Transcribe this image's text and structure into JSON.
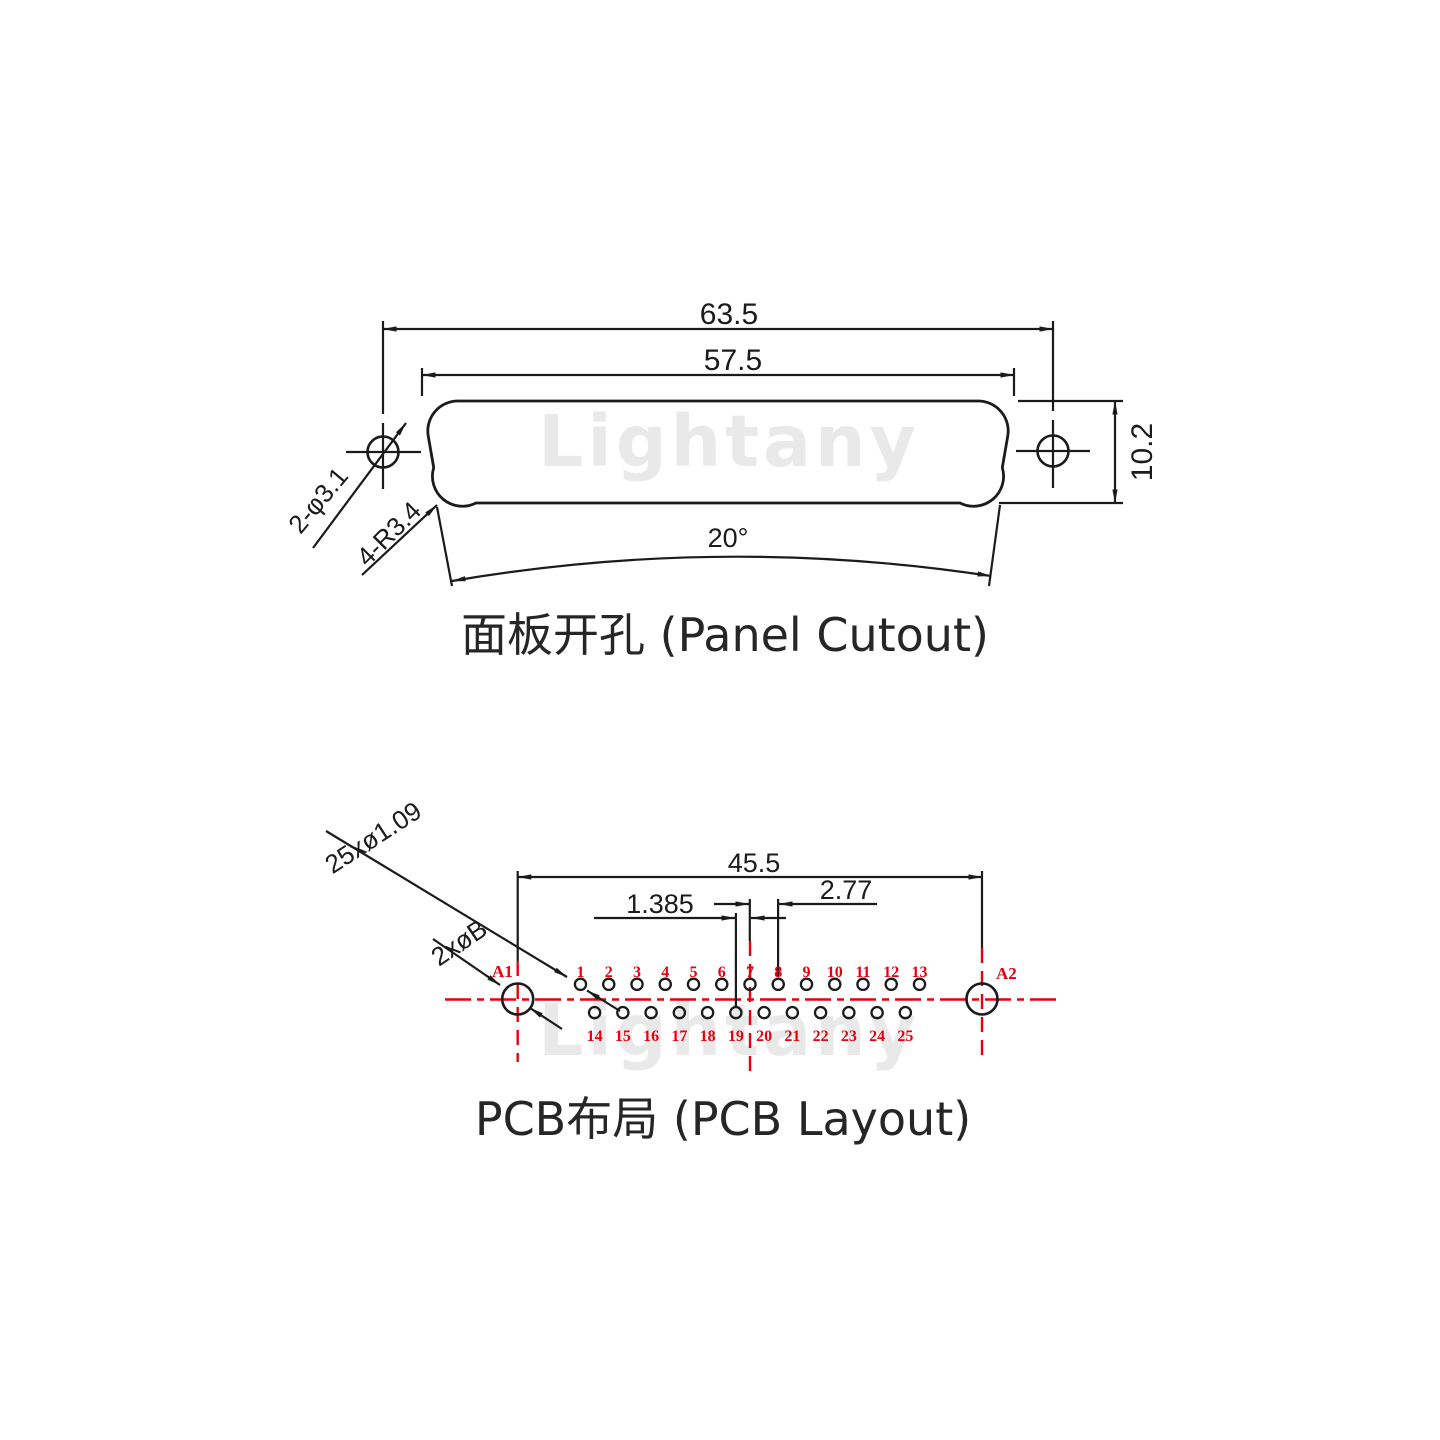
{
  "watermark": {
    "text": "Lightany",
    "color": "#e9e9e9"
  },
  "colors": {
    "line": "#1b1b1b",
    "accent_red": "#e8000f"
  },
  "panel_cutout": {
    "title": "面板开孔 (Panel Cutout)",
    "dims": {
      "overall_width": "63.5",
      "cutout_width": "57.5",
      "cutout_height": "10.2",
      "side_angle": "20°",
      "mount_holes": "2-φ3.1",
      "corner_radius": "4-R3.4"
    }
  },
  "pcb_layout": {
    "title": "PCB布局 (PCB Layout)",
    "dims": {
      "mount_span": "45.5",
      "pin_pitch": "2.77",
      "row_offset": "1.385",
      "pin_holes": "25xø1.09",
      "mount_holes": "2xøB"
    },
    "mount_labels": [
      "A1",
      "A2"
    ],
    "top_pins": [
      "1",
      "2",
      "3",
      "4",
      "5",
      "6",
      "7",
      "8",
      "9",
      "10",
      "11",
      "12",
      "13"
    ],
    "bottom_pins": [
      "14",
      "15",
      "16",
      "17",
      "18",
      "19",
      "20",
      "21",
      "22",
      "23",
      "24",
      "25"
    ]
  }
}
